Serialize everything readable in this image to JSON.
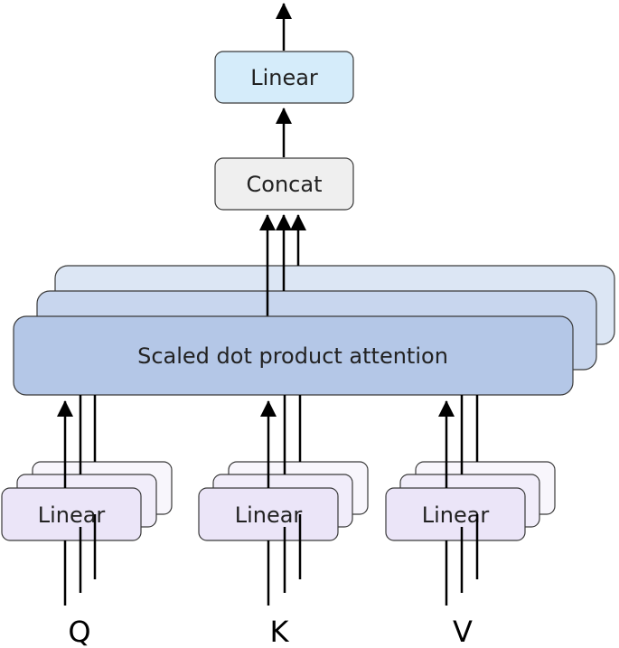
{
  "diagram": {
    "output_linear": "Linear",
    "concat": "Concat",
    "attention": "Scaled dot product attention",
    "branches": [
      {
        "linear": "Linear",
        "input": "Q"
      },
      {
        "linear": "Linear",
        "input": "K"
      },
      {
        "linear": "Linear",
        "input": "V"
      }
    ]
  },
  "colors": {
    "linear_top": "#d5ecfa",
    "concat": "#efefef",
    "attention_front": "#b4c7e7",
    "attention_mid": "#c8d6ee",
    "attention_back": "#dce6f4",
    "linear_front": "#ebe5f8",
    "linear_mid": "#f1edfa",
    "linear_back": "#f8f6fc",
    "stroke": "#3a3a3a",
    "arrow": "#000000"
  }
}
